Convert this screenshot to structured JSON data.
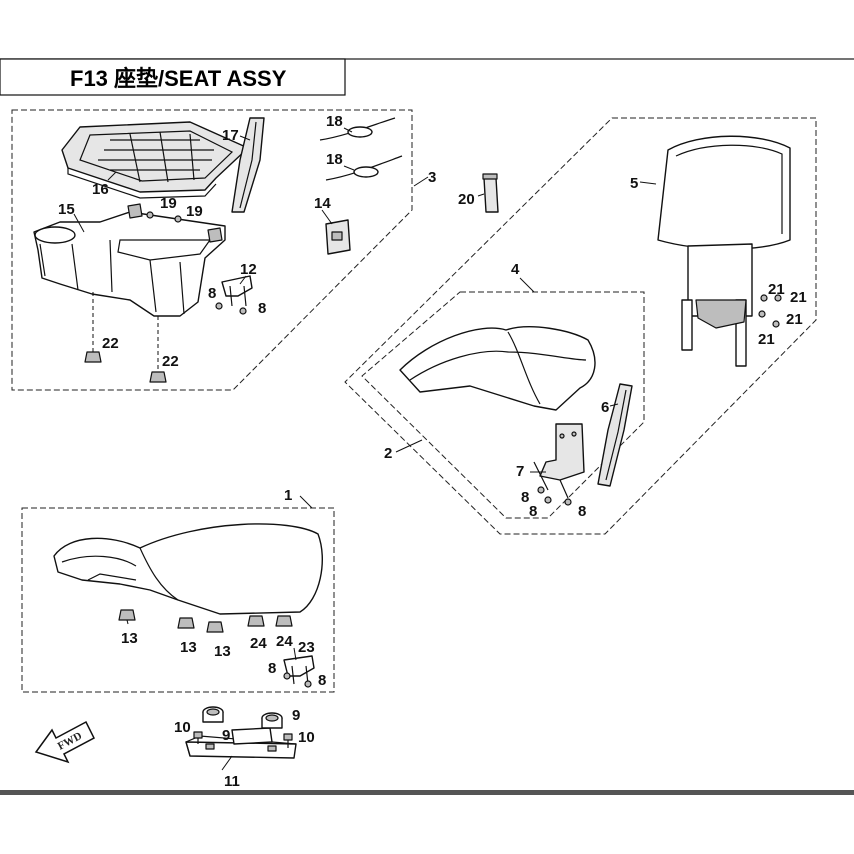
{
  "title": "F13 座垫/SEAT ASSY",
  "direction_label": "FWD",
  "callouts": [
    {
      "id": "c1",
      "label": "1"
    },
    {
      "id": "c2",
      "label": "2"
    },
    {
      "id": "c3",
      "label": "3"
    },
    {
      "id": "c4",
      "label": "4"
    },
    {
      "id": "c5",
      "label": "5"
    },
    {
      "id": "c6",
      "label": "6"
    },
    {
      "id": "c7",
      "label": "7"
    },
    {
      "id": "c8a",
      "label": "8"
    },
    {
      "id": "c8b",
      "label": "8"
    },
    {
      "id": "c8c",
      "label": "8"
    },
    {
      "id": "c8d",
      "label": "8"
    },
    {
      "id": "c8e",
      "label": "8"
    },
    {
      "id": "c8f",
      "label": "8"
    },
    {
      "id": "c8g",
      "label": "8"
    },
    {
      "id": "c9a",
      "label": "9"
    },
    {
      "id": "c9b",
      "label": "9"
    },
    {
      "id": "c10a",
      "label": "10"
    },
    {
      "id": "c10b",
      "label": "10"
    },
    {
      "id": "c11",
      "label": "11"
    },
    {
      "id": "c12",
      "label": "12"
    },
    {
      "id": "c13a",
      "label": "13"
    },
    {
      "id": "c13b",
      "label": "13"
    },
    {
      "id": "c13c",
      "label": "13"
    },
    {
      "id": "c14",
      "label": "14"
    },
    {
      "id": "c15",
      "label": "15"
    },
    {
      "id": "c16",
      "label": "16"
    },
    {
      "id": "c17",
      "label": "17"
    },
    {
      "id": "c18a",
      "label": "18"
    },
    {
      "id": "c18b",
      "label": "18"
    },
    {
      "id": "c19a",
      "label": "19"
    },
    {
      "id": "c19b",
      "label": "19"
    },
    {
      "id": "c20",
      "label": "20"
    },
    {
      "id": "c21a",
      "label": "21"
    },
    {
      "id": "c21b",
      "label": "21"
    },
    {
      "id": "c21c",
      "label": "21"
    },
    {
      "id": "c21d",
      "label": "21"
    },
    {
      "id": "c22a",
      "label": "22"
    },
    {
      "id": "c22b",
      "label": "22"
    },
    {
      "id": "c23",
      "label": "23"
    },
    {
      "id": "c24a",
      "label": "24"
    },
    {
      "id": "c24b",
      "label": "24"
    }
  ]
}
